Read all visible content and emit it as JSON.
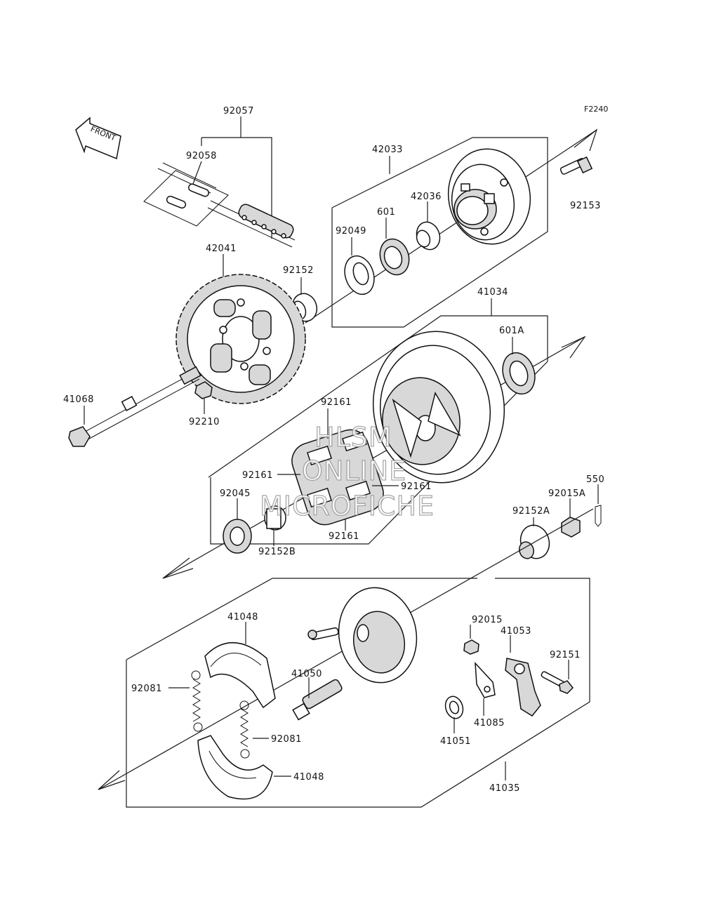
{
  "figure_code": "F2240",
  "front_label": "FRONT",
  "watermark": [
    "HLSM",
    "ONLINE",
    "MICROFICHE"
  ],
  "labels": {
    "l92057": "92057",
    "l92058": "92058",
    "l42033": "42033",
    "l92153": "92153",
    "l42036": "42036",
    "l601": "601",
    "l92049": "92049",
    "l42041": "42041",
    "l92152": "92152",
    "l41034": "41034",
    "l601a": "601A",
    "l41068": "41068",
    "l92210": "92210",
    "l92161a": "92161",
    "l92161b": "92161",
    "l92161c": "92161",
    "l92161d": "92161",
    "l92045": "92045",
    "l92152b": "92152B",
    "l550": "550",
    "l92015a": "92015A",
    "l92152a": "92152A",
    "l41048a": "41048",
    "l41050": "41050",
    "l92015": "92015",
    "l41053": "41053",
    "l92151": "92151",
    "l92081a": "92081",
    "l92081b": "92081",
    "l41085": "41085",
    "l41051": "41051",
    "l41048b": "41048",
    "l41035": "41035"
  }
}
